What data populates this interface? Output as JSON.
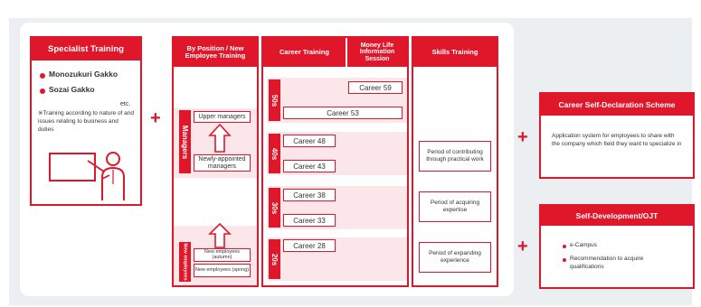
{
  "specialist": {
    "title": "Specialist Training",
    "items": [
      "Monozukuri Gakko",
      "Sozai Gakko"
    ],
    "etc": "etc.",
    "note": "※Training according to nature of and issues relating to business and duties"
  },
  "position": {
    "title": "By Position / New Employee Training",
    "managers_label": "Managers",
    "upper_managers": "Upper managers",
    "newly_appointed": "Newly-appointed managers",
    "new_employees_label": "New employees",
    "new_autumn": "New employees (autumn)",
    "new_spring": "New employees (spring)"
  },
  "career": {
    "title": "Career Training",
    "money_title": "Money Life Information Session",
    "ages": [
      "50s",
      "40s",
      "30s",
      "20s"
    ],
    "career59": "Career 59",
    "career53": "Career 53",
    "career48": "Career 48",
    "career43": "Career 43",
    "career38": "Career 38",
    "career33": "Career 33",
    "career28": "Career 28"
  },
  "skills": {
    "title": "Skills Training",
    "periods": [
      "Period of contributing through practical work",
      "Period of acquiring expertise",
      "Period of expanding experience"
    ]
  },
  "self_declaration": {
    "title": "Career Self-Declaration Scheme",
    "text": "Application system for employees to share with the company which field they want to specialize in"
  },
  "self_dev": {
    "title": "Self-Development/OJT",
    "items": [
      "e-Campus",
      "Recommendation to acquire qualifications"
    ]
  },
  "plus_sign": "+",
  "colors": {
    "accent": "#e0162b",
    "band": "#fbe7ea",
    "background": "#eceff2"
  }
}
